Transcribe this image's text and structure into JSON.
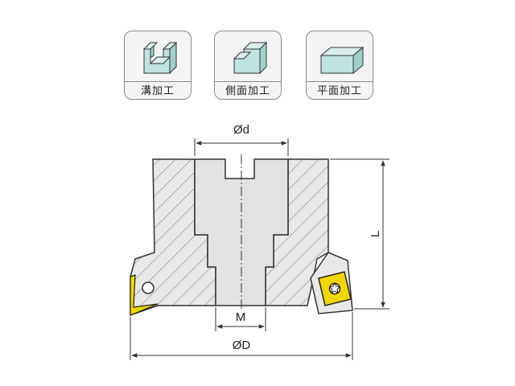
{
  "operations": [
    {
      "label": "溝加工",
      "icon": "slot-machining-icon"
    },
    {
      "label": "側面加工",
      "icon": "side-machining-icon"
    },
    {
      "label": "平面加工",
      "icon": "face-machining-icon"
    }
  ],
  "dimensions": {
    "bore": "Ød",
    "thread": "M",
    "outer": "ØD",
    "height": "L"
  },
  "colors": {
    "body": "#e6e6e6",
    "hatch": "#8c8c8c",
    "icon_fill": "#bfe3e0",
    "insert": "#f2d600",
    "line": "#333333"
  }
}
